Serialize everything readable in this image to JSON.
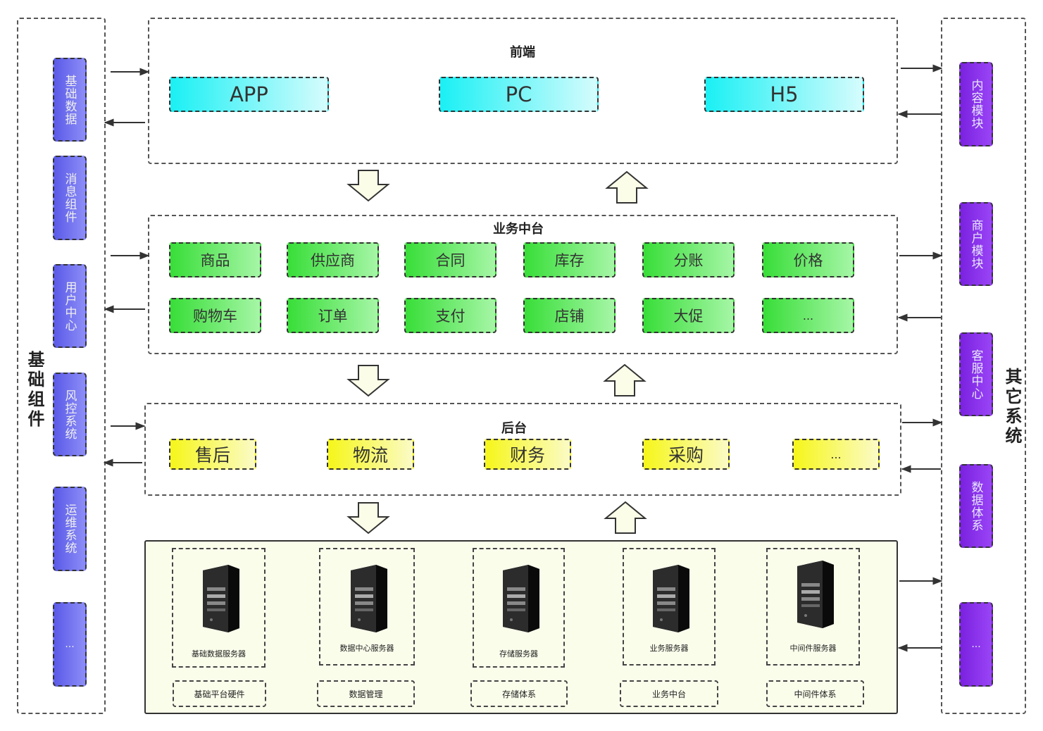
{
  "left_panel": {
    "title": "基础组件",
    "items": [
      "基础数据",
      "消息组件",
      "用户中心",
      "风控系统",
      "运维系统",
      "..."
    ]
  },
  "right_panel": {
    "title": "其它系统",
    "items": [
      "内容模块",
      "商户模块",
      "客服中心",
      "数据体系",
      "..."
    ]
  },
  "frontend": {
    "title": "前端",
    "items": [
      "APP",
      "PC",
      "H5"
    ]
  },
  "business": {
    "title": "业务中台",
    "row1": [
      "商品",
      "供应商",
      "合同",
      "库存",
      "分账",
      "价格"
    ],
    "row2": [
      "购物车",
      "订单",
      "支付",
      "店铺",
      "大促",
      "..."
    ]
  },
  "backend": {
    "title": "后台",
    "items": [
      "售后",
      "物流",
      "财务",
      "采购",
      "..."
    ]
  },
  "infra": {
    "servers": [
      "基础数据服务器",
      "数据中心服务器",
      "存储服务器",
      "业务服务器",
      "中间件服务器"
    ],
    "layers": [
      "基础平台硬件",
      "数据管理",
      "存储体系",
      "业务中台",
      "中间件体系"
    ]
  },
  "colors": {
    "left_item": "#6e6ef0",
    "right_item": "#8a33ee",
    "frontend_box": "#1af0f4",
    "business_box": "#38de38",
    "backend_box": "#f6f61a",
    "infra_bg": "#fbfdeb",
    "arrow_fill": "#fbfde8"
  }
}
